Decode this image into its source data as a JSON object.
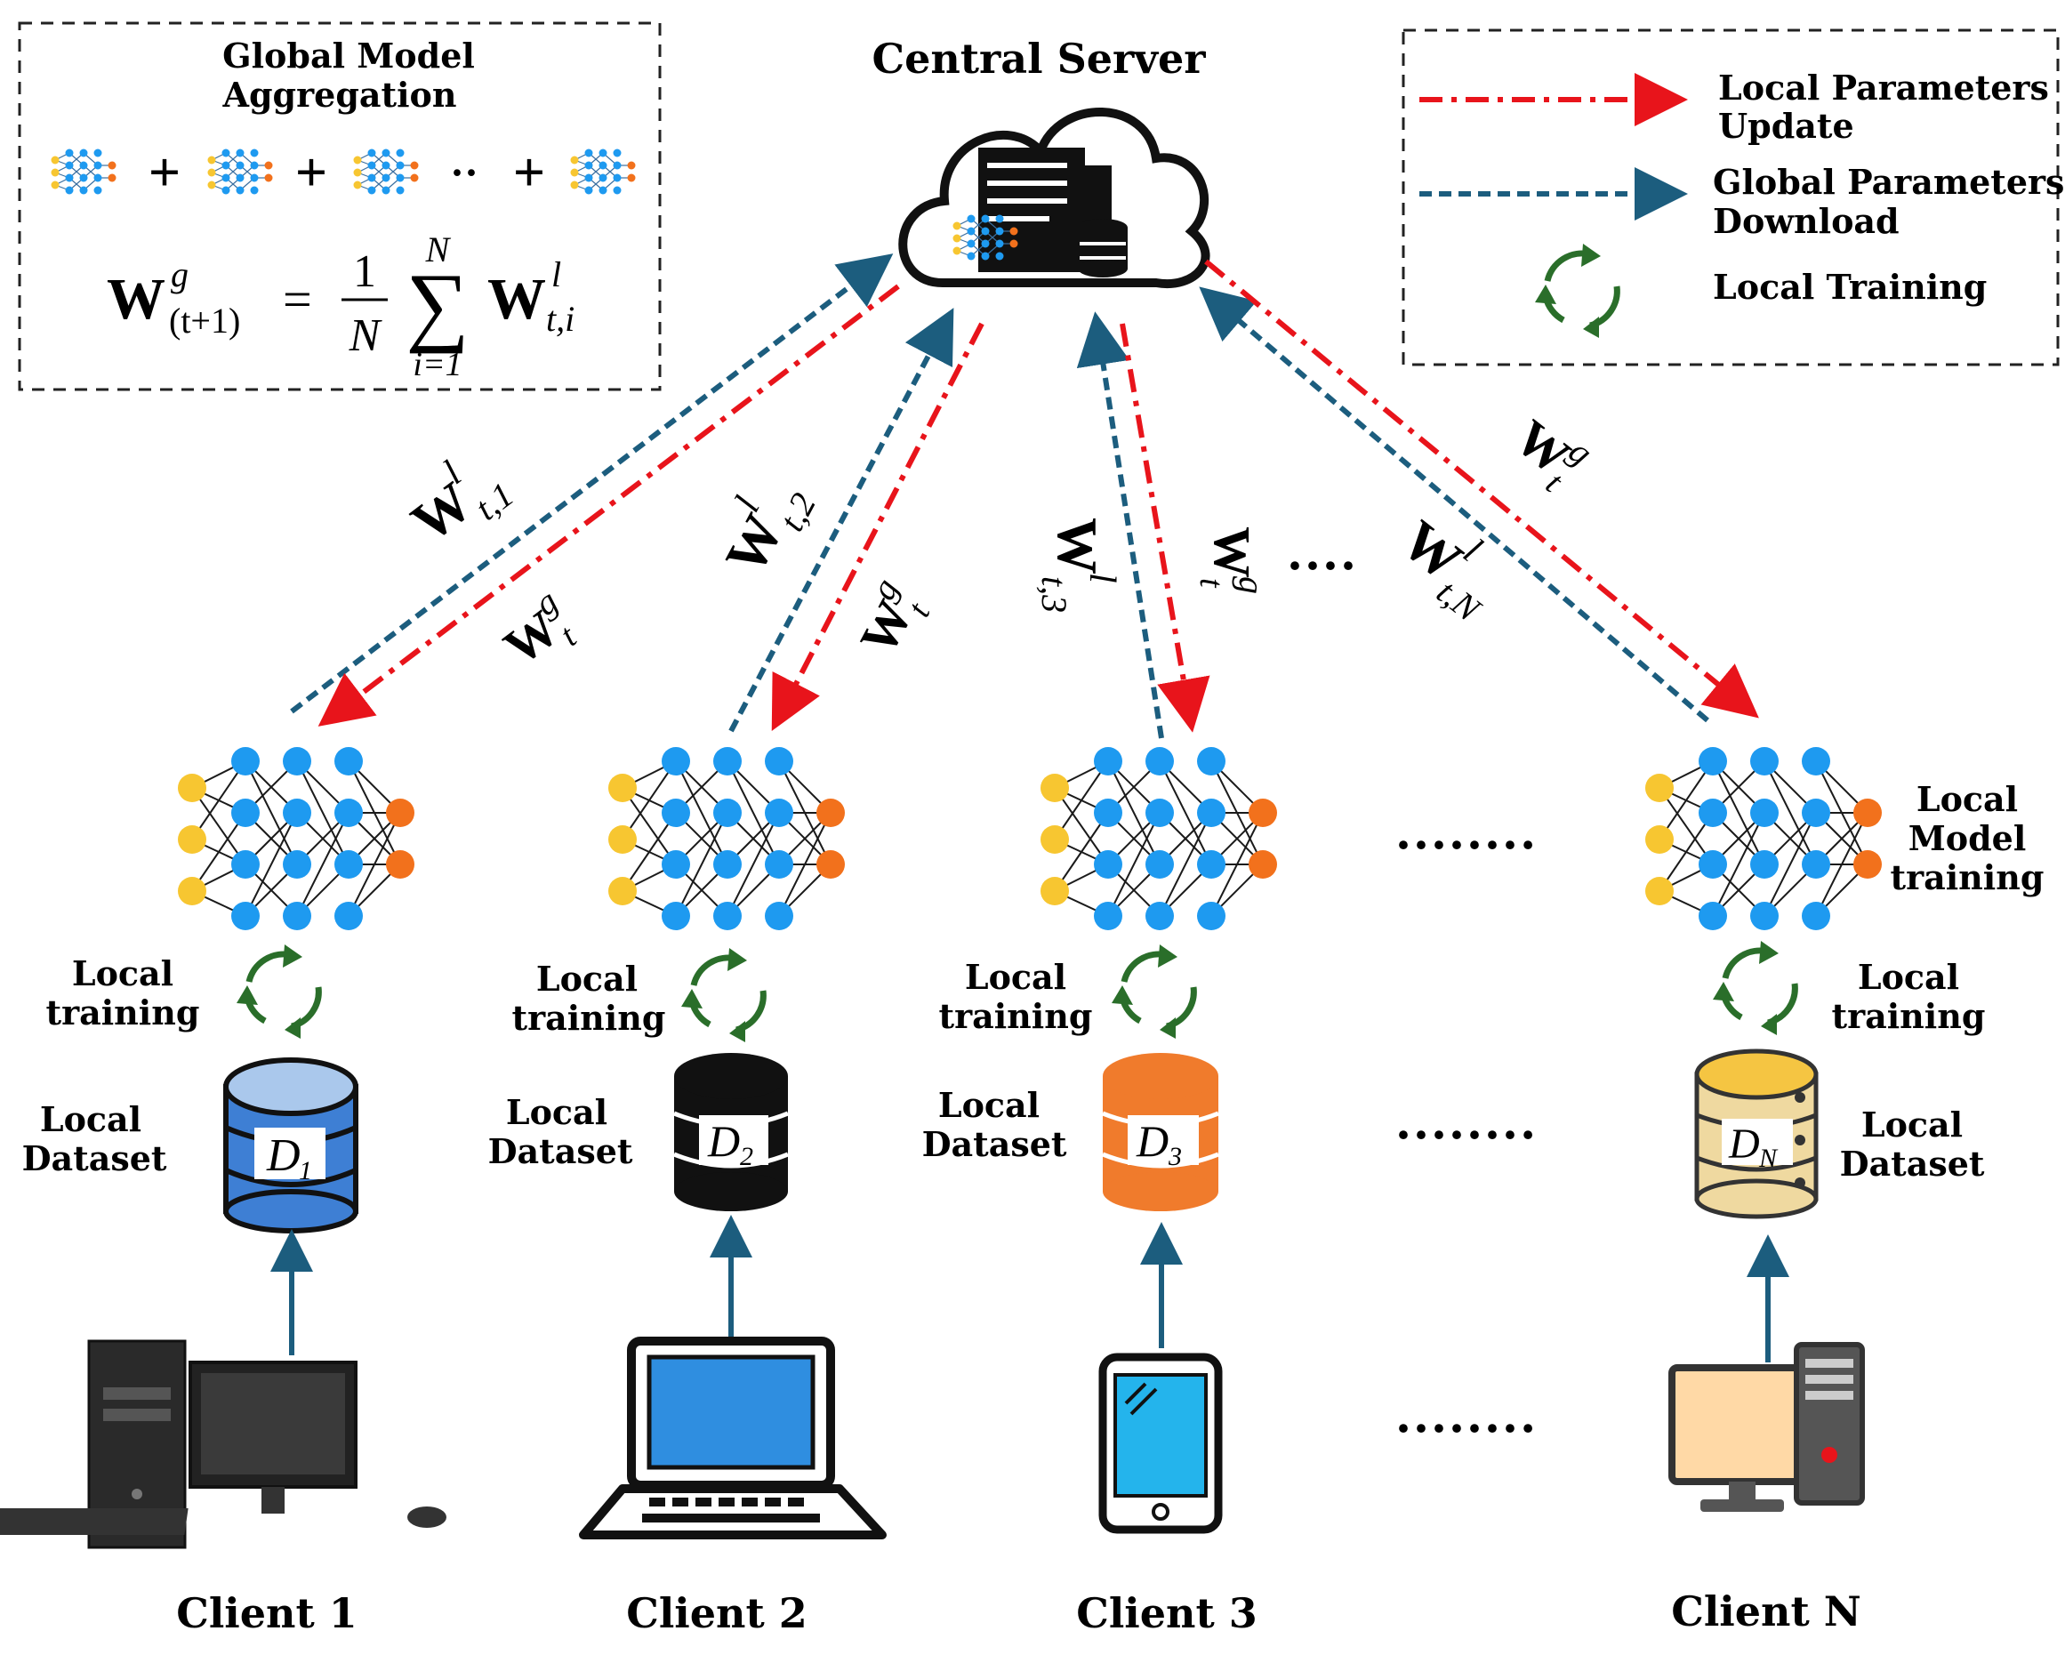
{
  "server": {
    "title": "Central Server"
  },
  "aggregation": {
    "title_line1": "Global Model",
    "title_line2": "Aggregation",
    "plus": "+",
    "ellipsis": "··",
    "formula": {
      "lhs_W": "W",
      "lhs_sup": "g",
      "lhs_sub": "(t+1)",
      "equals": "=",
      "frac_num": "1",
      "frac_den": "N",
      "sum": "∑",
      "sum_top": "N",
      "sum_bottom": "i=1",
      "rhs_W": "W",
      "rhs_sup": "l",
      "rhs_sub": "t,i"
    }
  },
  "legend": {
    "local_update_line1": "Local Parameters",
    "local_update_line2": "Update",
    "global_download_line1": "Global Parameters",
    "global_download_line2": "Download",
    "local_training": "Local Training",
    "colors": {
      "local_update": "#e8141b",
      "global_download": "#1c5d7e",
      "training": "#2a6e2a"
    }
  },
  "arrows": {
    "c1_up_W": "W",
    "c1_up_sup": "l",
    "c1_up_sub": "t,1",
    "c1_down_W": "W",
    "c1_down_sup": "g",
    "c1_down_sub": "t",
    "c2_up_W": "W",
    "c2_up_sup": "l",
    "c2_up_sub": "t,2",
    "c2_down_W": "W",
    "c2_down_sup": "g",
    "c2_down_sub": "t",
    "c3_up_W": "W",
    "c3_up_sup": "l",
    "c3_up_sub": "t,3",
    "c3_down_W": "W",
    "c3_down_sup": "g",
    "c3_down_sub": "t",
    "cN_up_W": "W",
    "cN_up_sup": "l",
    "cN_up_sub": "t,N",
    "cN_down_W": "W",
    "cN_down_sup": "g",
    "cN_down_sub": "t",
    "dots": "····"
  },
  "clients": {
    "c1": {
      "name": "Client 1",
      "training_line1": "Local",
      "training_line2": "training",
      "dataset_line1": "Local",
      "dataset_line2": "Dataset",
      "db_D": "D",
      "db_sub": "1",
      "db_color": "#3e7fd4"
    },
    "c2": {
      "name": "Client 2",
      "training_line1": "Local",
      "training_line2": "training",
      "dataset_line1": "Local",
      "dataset_line2": "Dataset",
      "db_D": "D",
      "db_sub": "2",
      "db_color": "#111111"
    },
    "c3": {
      "name": "Client 3",
      "training_line1": "Local",
      "training_line2": "training",
      "dataset_line1": "Local",
      "dataset_line2": "Dataset",
      "db_D": "D",
      "db_sub": "3",
      "db_color": "#f07b2c"
    },
    "cN": {
      "name": "Client N",
      "training_line1": "Local",
      "training_line2": "training",
      "dataset_line1": "Local",
      "dataset_line2": "Dataset",
      "db_D": "D",
      "db_sub": "N",
      "db_color": "#efd9a0",
      "model_line1": "Local",
      "model_line2": "Model",
      "model_line3": "training"
    }
  },
  "ellipsis": {
    "row1": "········",
    "row2": "········",
    "row3": "········"
  }
}
